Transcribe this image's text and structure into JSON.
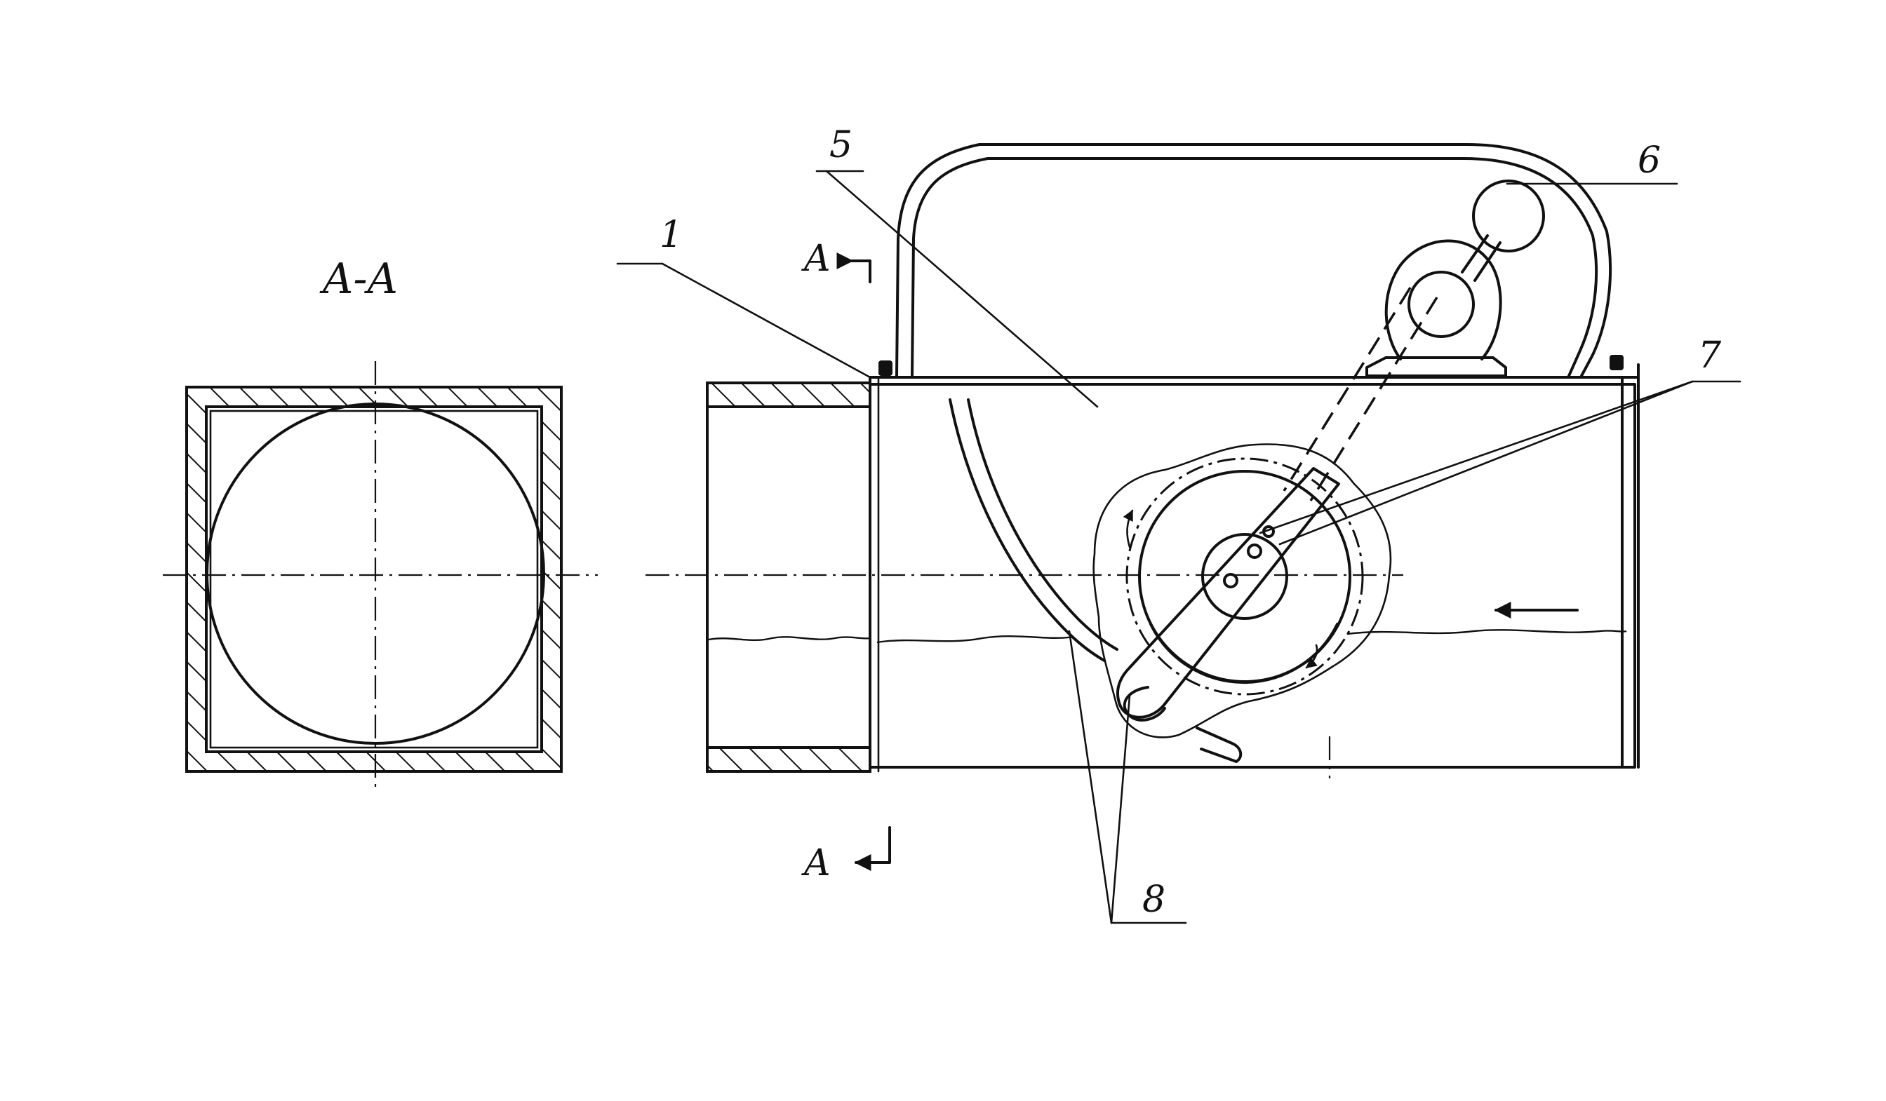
{
  "section_title": "A-A",
  "cut_marks": {
    "top": "A",
    "bottom": "A"
  },
  "callouts": {
    "c1": "1",
    "c5": "5",
    "c6": "6",
    "c7": "7",
    "c8": "8"
  }
}
